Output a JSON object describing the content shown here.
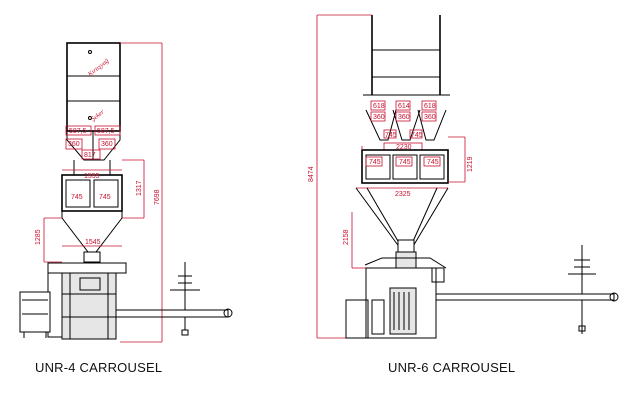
{
  "left_machine": {
    "caption": "UNR-4 CARROUSEL",
    "label_top": "Kırtışyağ",
    "label_mid": "Şeker",
    "dims": {
      "d587a": "587,5",
      "d587b": "587,5",
      "d360a": "360",
      "d360b": "360",
      "d817": "817",
      "d1555": "1555",
      "d745a": "745",
      "d745b": "745",
      "d1317": "1317",
      "d1285": "1285",
      "d1545": "1545",
      "d7698": "7698"
    }
  },
  "right_machine": {
    "caption": "UNR-6 CARROUSEL",
    "dims": {
      "d618a": "618",
      "d614": "614",
      "d618b": "618",
      "d360a": "360",
      "d360b": "360",
      "d360c": "360",
      "d745a": "745",
      "d745b": "745",
      "d745c": "745",
      "d745d": "745",
      "d745e": "745",
      "d2230": "2230",
      "d1219": "1219",
      "d2325": "2325",
      "d8474": "8474",
      "d2158": "2158"
    }
  }
}
